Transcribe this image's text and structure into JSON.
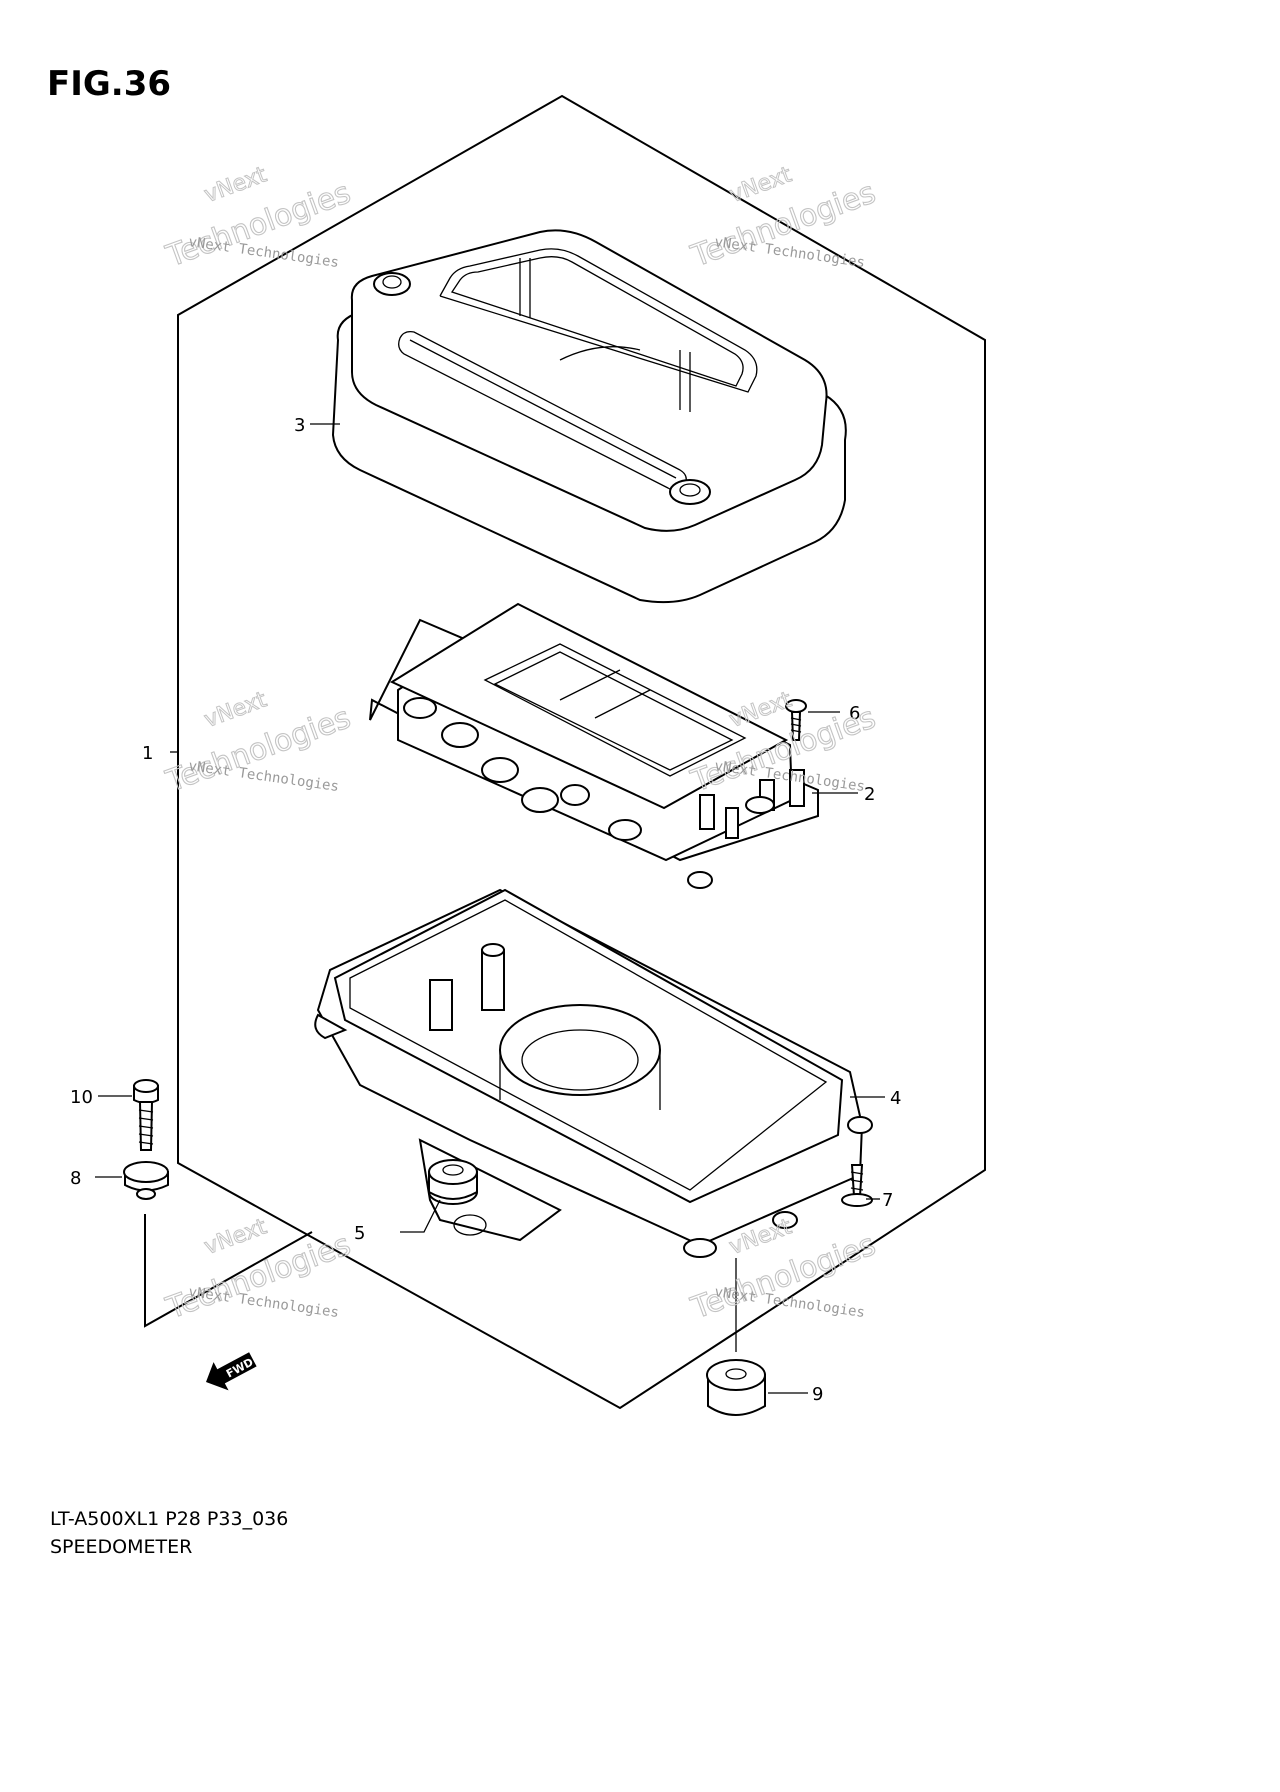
{
  "figure": {
    "title": "FIG.36",
    "model_code": "LT-A500XL1 P28 P33_036",
    "assembly_name": "SPEEDOMETER"
  },
  "watermark": {
    "brand_small": "vNext Technologies",
    "brand_line1": "vNext",
    "brand_line2": "Technologies"
  },
  "direction_marker": "FWD",
  "callouts": [
    "1",
    "2",
    "3",
    "4",
    "5",
    "6",
    "7",
    "8",
    "9",
    "10"
  ]
}
